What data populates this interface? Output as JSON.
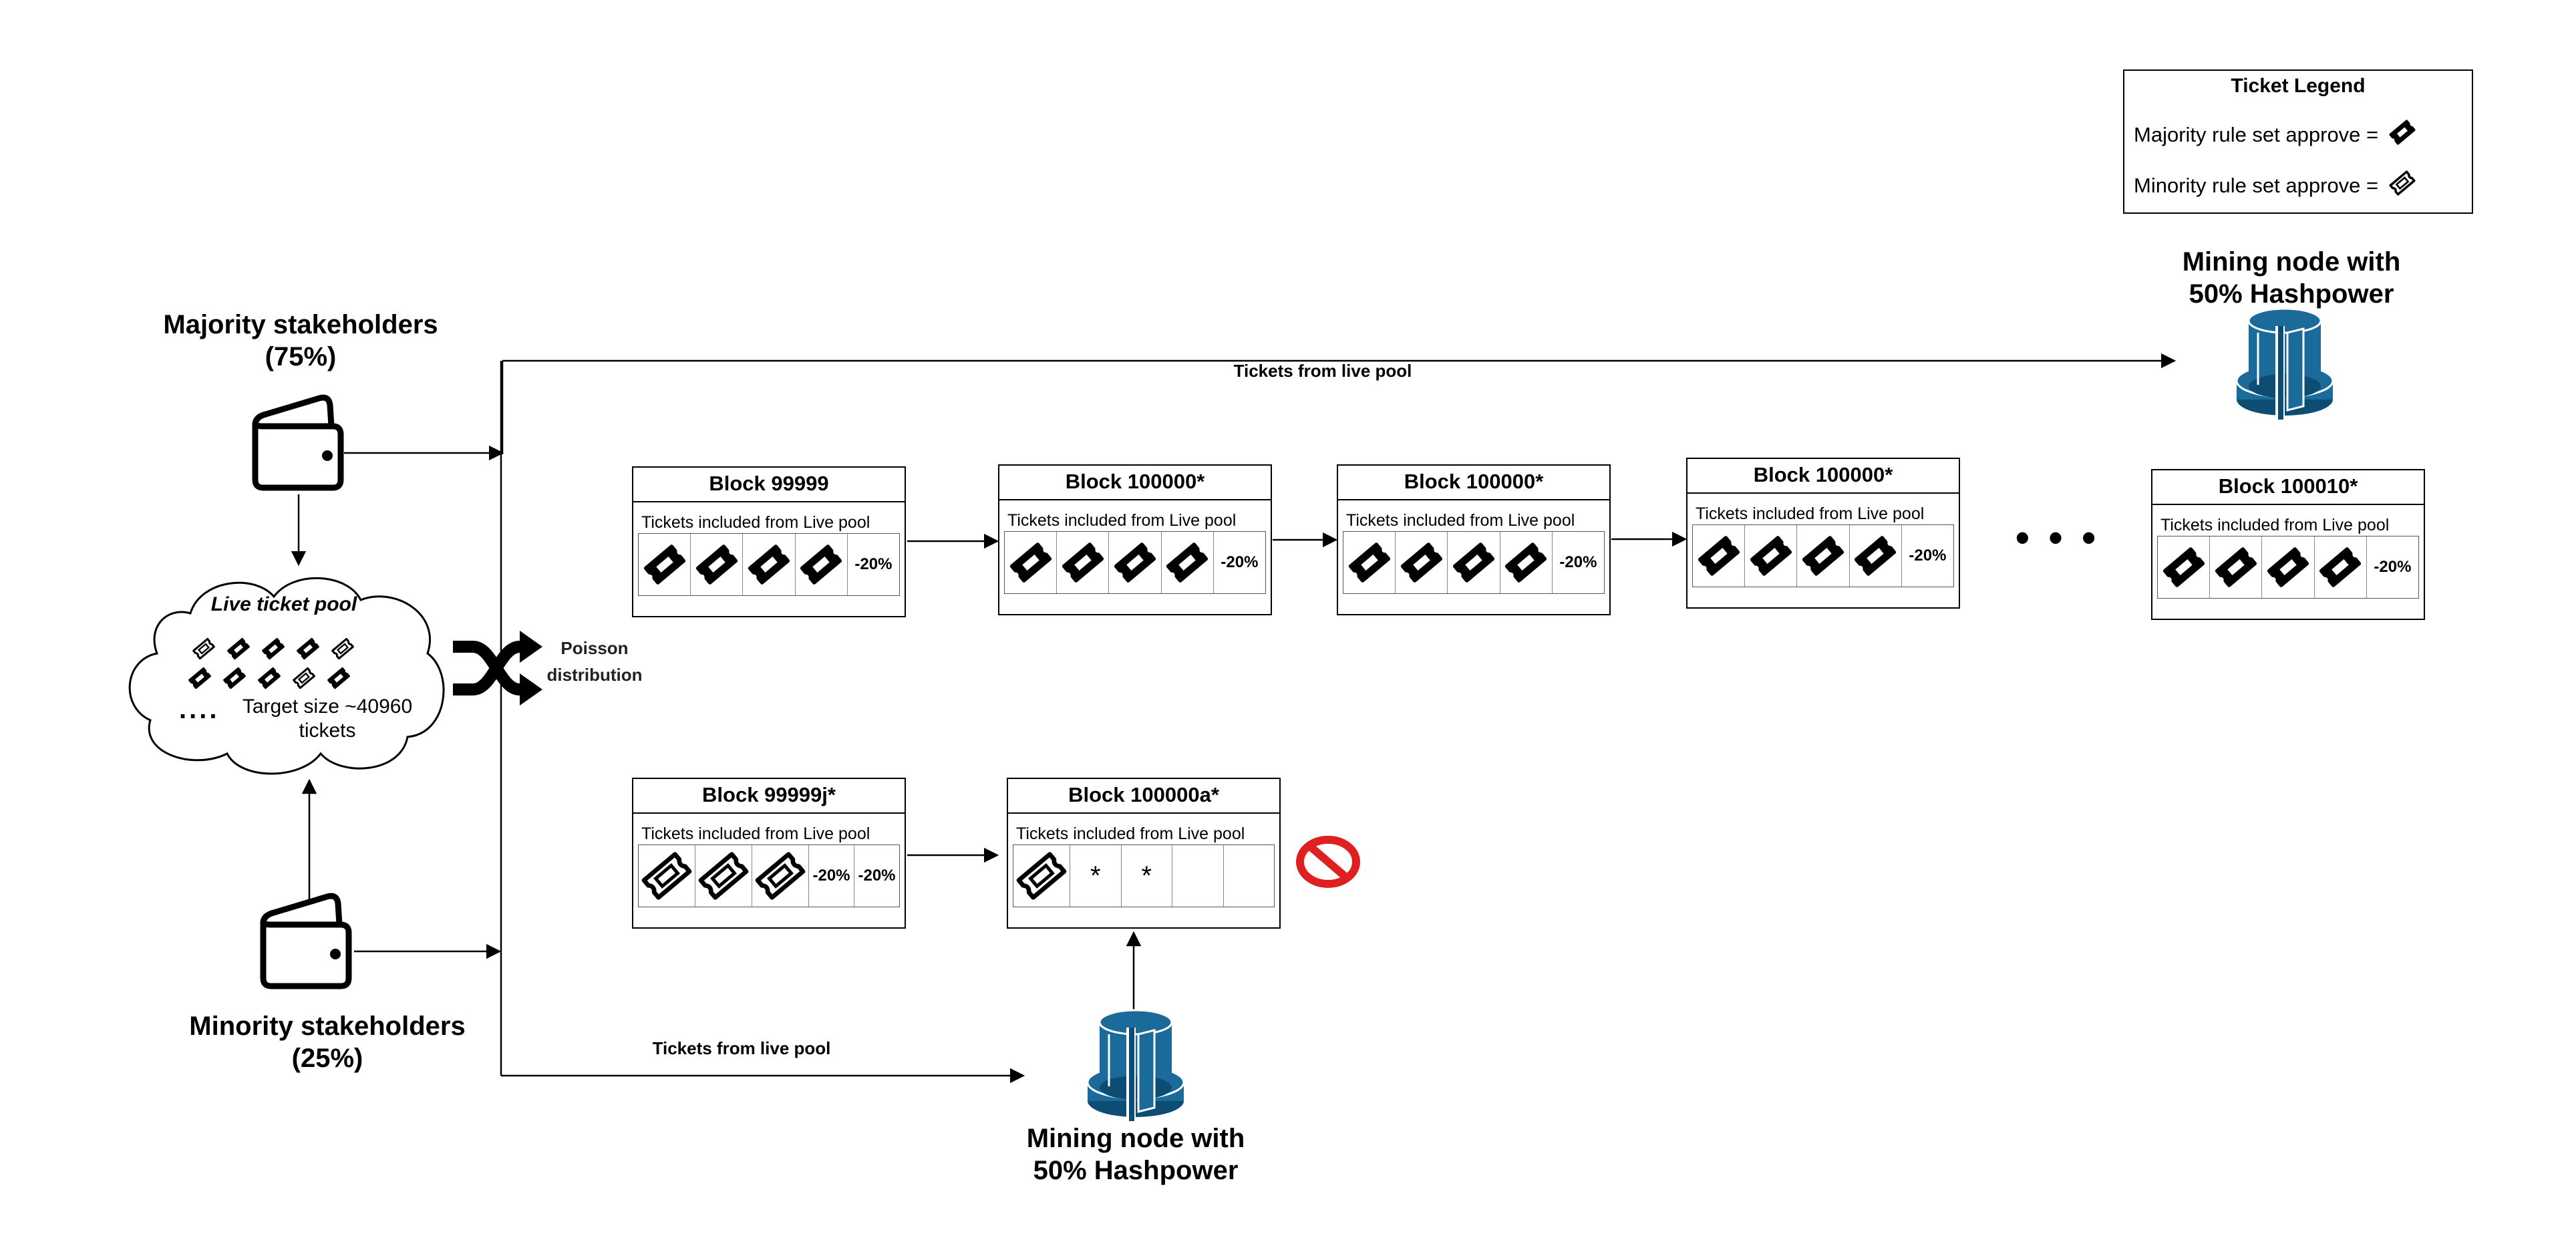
{
  "legend": {
    "title": "Ticket Legend",
    "majority_label": "Majority rule set approve =",
    "minority_label": "Minority rule set approve ="
  },
  "stakeholders": {
    "majority_title": "Majority stakeholders",
    "majority_pct": "(75%)",
    "minority_title": "Minority stakeholders",
    "minority_pct": "(25%)"
  },
  "pool": {
    "title": "Live ticket pool",
    "target_line1": "Target size ~40960",
    "target_line2": "tickets",
    "dots": "...."
  },
  "poisson": {
    "line1": "Poisson",
    "line2": "distribution"
  },
  "mining_top": {
    "line1": "Mining node with",
    "line2": "50% Hashpower"
  },
  "mining_bottom": {
    "line1": "Mining node with",
    "line2": "50% Hashpower"
  },
  "arrows": {
    "top_label": "Tickets from live pool",
    "bottom_label": "Tickets from live pool"
  },
  "ellipsis": "•  •  •",
  "blocks": [
    {
      "title": "Block 99999",
      "subtitle": "Tickets included from Live pool",
      "cells": [
        {
          "t": "maj"
        },
        {
          "t": "maj"
        },
        {
          "t": "maj"
        },
        {
          "t": "maj"
        },
        {
          "t": "text",
          "v": "-20%"
        }
      ]
    },
    {
      "title": "Block 100000*",
      "subtitle": "Tickets included from Live pool",
      "cells": [
        {
          "t": "maj"
        },
        {
          "t": "maj"
        },
        {
          "t": "maj"
        },
        {
          "t": "maj"
        },
        {
          "t": "text",
          "v": "-20%"
        }
      ]
    },
    {
      "title": "Block 100000*",
      "subtitle": "Tickets included from Live pool",
      "cells": [
        {
          "t": "maj"
        },
        {
          "t": "maj"
        },
        {
          "t": "maj"
        },
        {
          "t": "maj"
        },
        {
          "t": "text",
          "v": "-20%"
        }
      ]
    },
    {
      "title": "Block 100000*",
      "subtitle": "Tickets included from Live pool",
      "cells": [
        {
          "t": "maj"
        },
        {
          "t": "maj"
        },
        {
          "t": "maj"
        },
        {
          "t": "maj"
        },
        {
          "t": "text",
          "v": "-20%"
        }
      ]
    },
    {
      "title": "Block 100010*",
      "subtitle": "Tickets included from Live pool",
      "cells": [
        {
          "t": "maj"
        },
        {
          "t": "maj"
        },
        {
          "t": "maj"
        },
        {
          "t": "maj"
        },
        {
          "t": "text",
          "v": "-20%"
        }
      ]
    },
    {
      "title": "Block 99999j*",
      "subtitle": "Tickets included from Live pool",
      "cells": [
        {
          "t": "min"
        },
        {
          "t": "min"
        },
        {
          "t": "min"
        },
        {
          "t": "text",
          "v": "-20%"
        },
        {
          "t": "text",
          "v": "-20%"
        }
      ]
    },
    {
      "title": "Block 100000a*",
      "subtitle": "Tickets included from Live pool",
      "cells": [
        {
          "t": "min"
        },
        {
          "t": "star",
          "v": "*"
        },
        {
          "t": "star",
          "v": "*"
        },
        {
          "t": "empty"
        },
        {
          "t": "empty"
        }
      ]
    }
  ],
  "colors": {
    "mining": "#1a6a9a",
    "mining_dark": "#0d4d73",
    "forbidden": "#e02020"
  },
  "icons": {
    "wallet": "wallet-icon",
    "shuffle": "shuffle-icon",
    "forbidden": "forbidden-icon",
    "miner": "mining-node-icon"
  }
}
